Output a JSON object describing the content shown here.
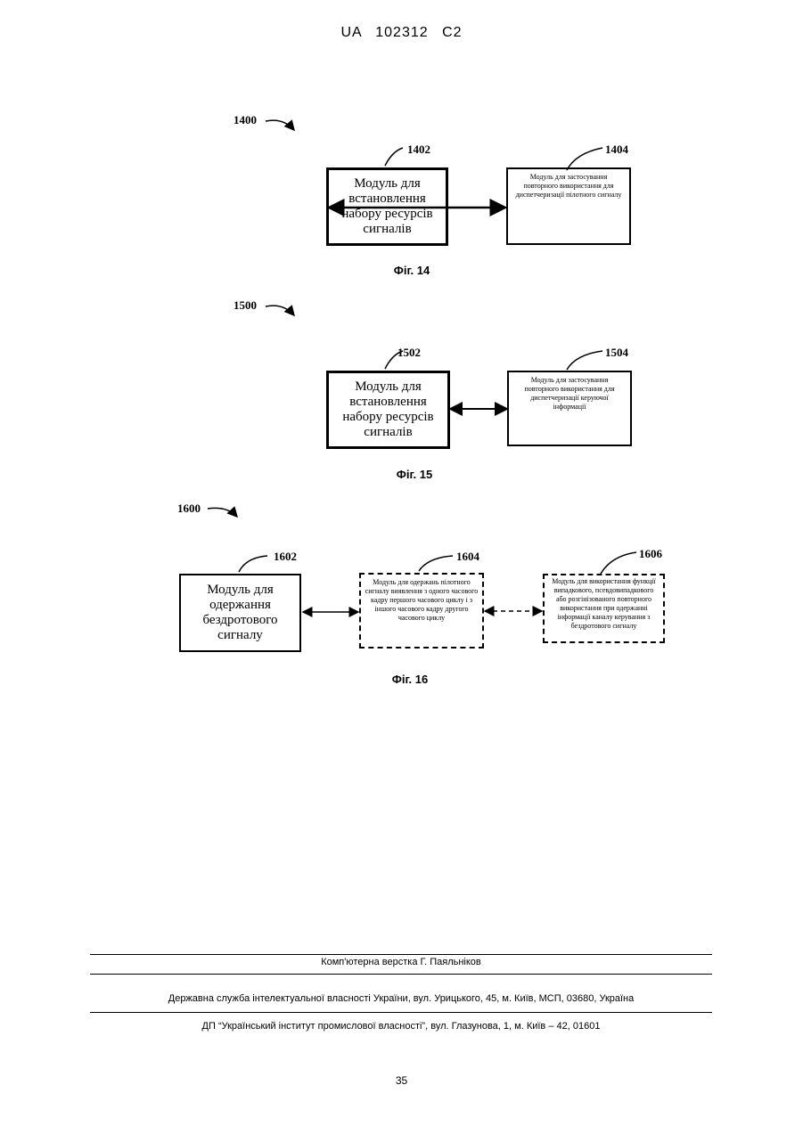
{
  "header": {
    "text": "UA   102312   C2"
  },
  "figures": {
    "fig14": {
      "ref": "1400",
      "label": "Фіг. 14",
      "box1": {
        "ref": "1402",
        "text": "Модуль для встановлення набору ресурсів сигналів"
      },
      "box2": {
        "ref": "1404",
        "text": "Модуль для застосування повторного використання для диспетчеризації пілотного сигналу"
      }
    },
    "fig15": {
      "ref": "1500",
      "label": "Фіг. 15",
      "box1": {
        "ref": "1502",
        "text": "Модуль для встановлення набору ресурсів сигналів"
      },
      "box2": {
        "ref": "1504",
        "text": "Модуль для застосування повторного використання для диспетчеризації керуючої інформації"
      }
    },
    "fig16": {
      "ref": "1600",
      "label": "Фіг. 16",
      "box1": {
        "ref": "1602",
        "text": "Модуль для одержання бездротового сигналу"
      },
      "box2": {
        "ref": "1604",
        "text": "Модуль для одержань пілотного сигналу виявлення з одного часового кадру першого часового циклу і з іншого часового кадру другого часового циклу"
      },
      "box3": {
        "ref": "1606",
        "text": "Модуль для використання функції випадкового, псевдовипадкового або розгінізованого повторного використання при одержанні інформації каналу керування з бездротового сигналу"
      }
    }
  },
  "footer": {
    "layout_credit": "Комп'ютерна верстка Г. Паяльніков",
    "agency": "Державна служба інтелектуальної власності України, вул. Урицького, 45, м. Київ, МСП, 03680, Україна",
    "institute": "ДП “Український інститут промислової власності”, вул. Глазунова, 1, м. Київ – 42, 01601",
    "page_number": "35"
  }
}
